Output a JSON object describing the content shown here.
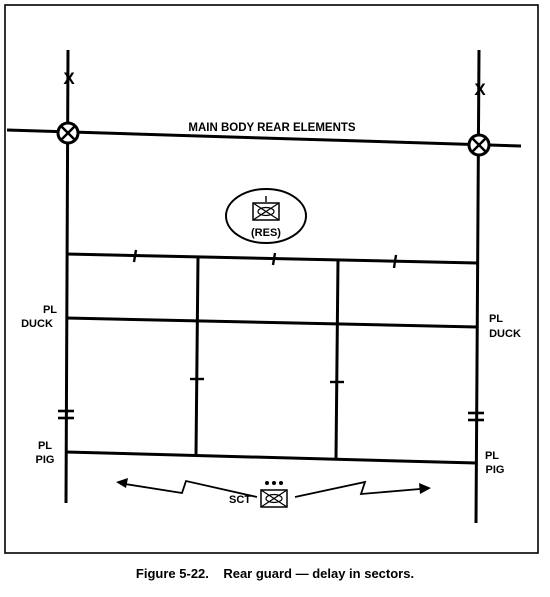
{
  "diagram": {
    "main_body_label": "MAIN BODY REAR ELEMENTS",
    "reserve_label": "(RES)",
    "phase_line_left_upper": {
      "pl": "PL",
      "name": "DUCK"
    },
    "phase_line_right_upper": {
      "pl": "PL",
      "name": "DUCK"
    },
    "phase_line_left_lower": {
      "pl": "PL",
      "name": "PIG"
    },
    "phase_line_right_lower": {
      "pl": "PL",
      "name": "PIG"
    },
    "scout_label": "SCT",
    "boundary_top_symbol": "X",
    "boundary_mid_symbol": "=",
    "company_boundary_symbol": "I",
    "platoon_boundary_symbol": "—"
  },
  "caption": "Figure 5-22.    Rear guard — delay in sectors."
}
